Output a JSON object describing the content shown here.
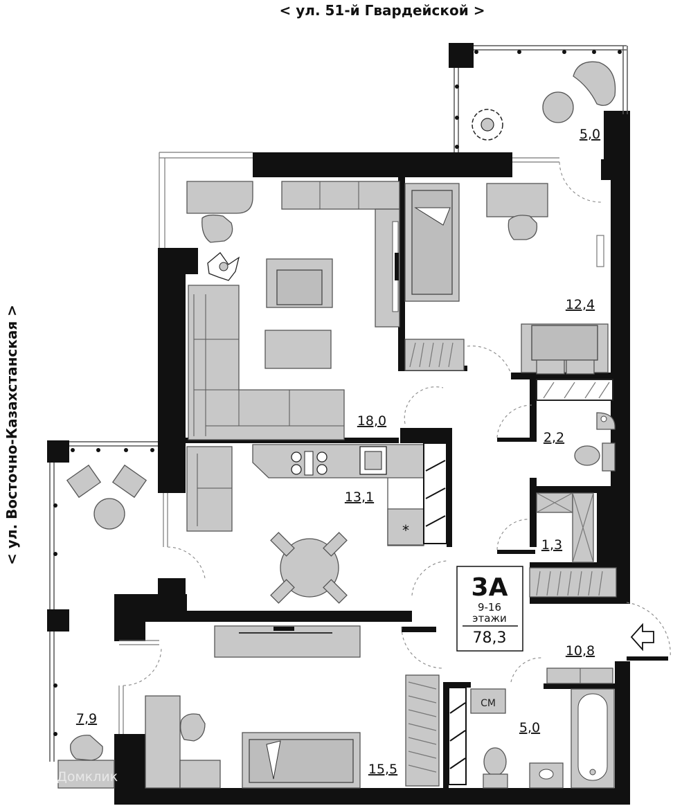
{
  "streets": {
    "top": "< ул. 51-й Гвардейской >",
    "left": "< ул. Восточно-Казахстанская >"
  },
  "rooms": {
    "balcony_top": "5,0",
    "bedroom_right": "12,4",
    "living": "18,0",
    "wc_small": "2,2",
    "kitchen": "13,1",
    "storage": "1,3",
    "hall": "10,8",
    "balcony_left": "7,9",
    "bathroom": "5,0",
    "bedroom_bottom": "15,5"
  },
  "badge": {
    "type": "3А",
    "floors": "9-16",
    "floors_label": "этажи",
    "total_area": "78,3"
  },
  "appliances": {
    "washer": "СМ",
    "fridge_symbol": "*"
  },
  "watermark": "Домклик",
  "colors": {
    "wall": "#111111",
    "furniture": "#c8c8c8",
    "background": "#ffffff"
  }
}
